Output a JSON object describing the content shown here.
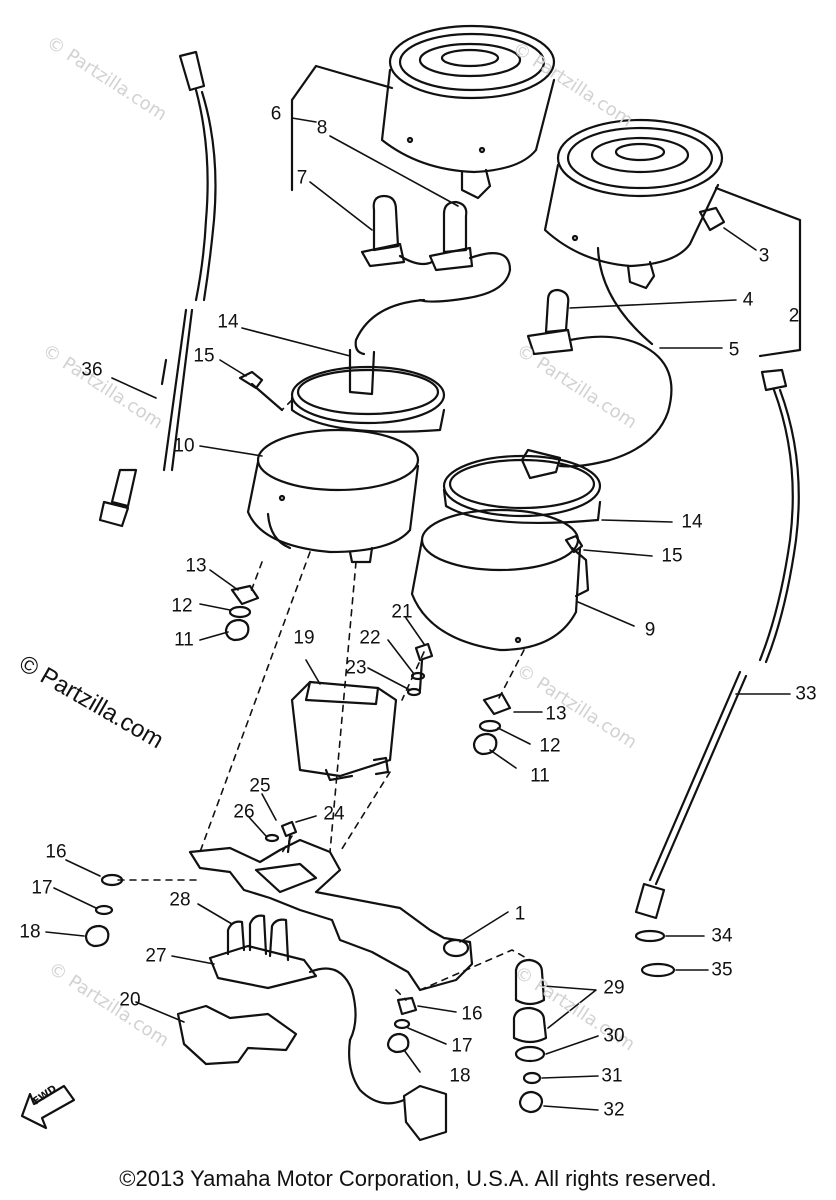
{
  "watermark": {
    "main": "© Partzilla.com",
    "faint": "© Partzilla.com"
  },
  "footer": {
    "copyright": "©2013 Yamaha Motor Corporation, U.S.A. All rights reserved."
  },
  "fwd_label": "FWD",
  "callouts": [
    "1",
    "2",
    "3",
    "4",
    "5",
    "6",
    "7",
    "8",
    "9",
    "10",
    "11",
    "11",
    "12",
    "12",
    "13",
    "13",
    "14",
    "14",
    "15",
    "15",
    "16",
    "16",
    "17",
    "17",
    "18",
    "18",
    "19",
    "20",
    "21",
    "22",
    "23",
    "24",
    "25",
    "26",
    "27",
    "28",
    "29",
    "30",
    "31",
    "32",
    "33",
    "34",
    "35",
    "36"
  ],
  "colors": {
    "line": "#111111",
    "watermark": "#d2d2d2",
    "background": "#ffffff"
  }
}
